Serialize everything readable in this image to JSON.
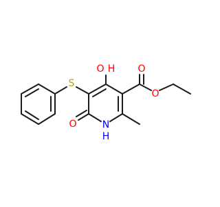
{
  "colors": {
    "bond": "#1a1a1a",
    "oxygen": "#ff0000",
    "nitrogen": "#0000ff",
    "sulfur": "#b3a700",
    "hydrogen_on_n": "#1a1a1a"
  },
  "labels": {
    "hydroxy_o": "O",
    "hydroxy_h": "H",
    "ring_carbonyl_o": "O",
    "ring_n": "N",
    "ring_nh_h": "H",
    "thioether_s": "S",
    "ester_carbonyl_o": "O",
    "ester_alkoxy_o": "O"
  }
}
